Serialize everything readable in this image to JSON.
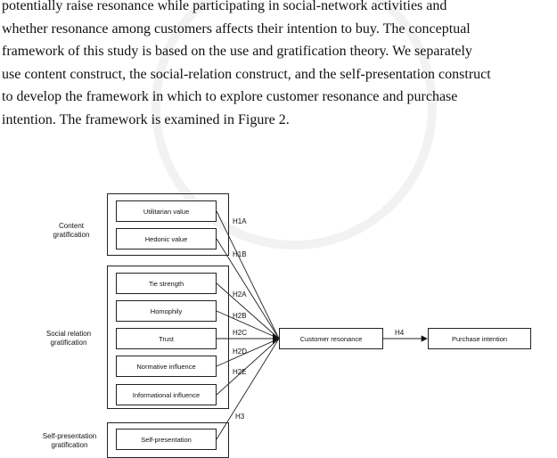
{
  "paragraph": {
    "lines": [
      "potentially raise resonance while participating in social-network activities and",
      "whether resonance among customers affects their intention to buy. The conceptual",
      "framework of this study is based on the use and gratification theory. We separately",
      "use content construct, the social-relation construct, and the self-presentation construct",
      "to develop the framework in which to explore customer resonance and purchase",
      "intention. The framework is examined in Figure 2."
    ]
  },
  "diagram": {
    "groups": {
      "content": [
        "Content",
        "gratification"
      ],
      "social": [
        "Social relation",
        "gratification"
      ],
      "self": [
        "Self-presentation",
        "gratification"
      ]
    },
    "boxes": {
      "utilitarian": "Utilitarian  value",
      "hedonic": "Hedonic value",
      "tie": "Tie strength",
      "homophily": "Homophily",
      "trust": "Trust",
      "normative": "Normative influence",
      "informational": "Informational influence",
      "selfpres": "Self-presentation",
      "resonance": "Customer resonance",
      "purchase": "Purchase intention"
    },
    "hypotheses": {
      "h1a": "H1A",
      "h1b": "H1B",
      "h2a": "H2A",
      "h2b": "H2B",
      "h2c": "H2C",
      "h2d": "H2D",
      "h2e": "H2E",
      "h3": "H3",
      "h4": "H4"
    }
  }
}
